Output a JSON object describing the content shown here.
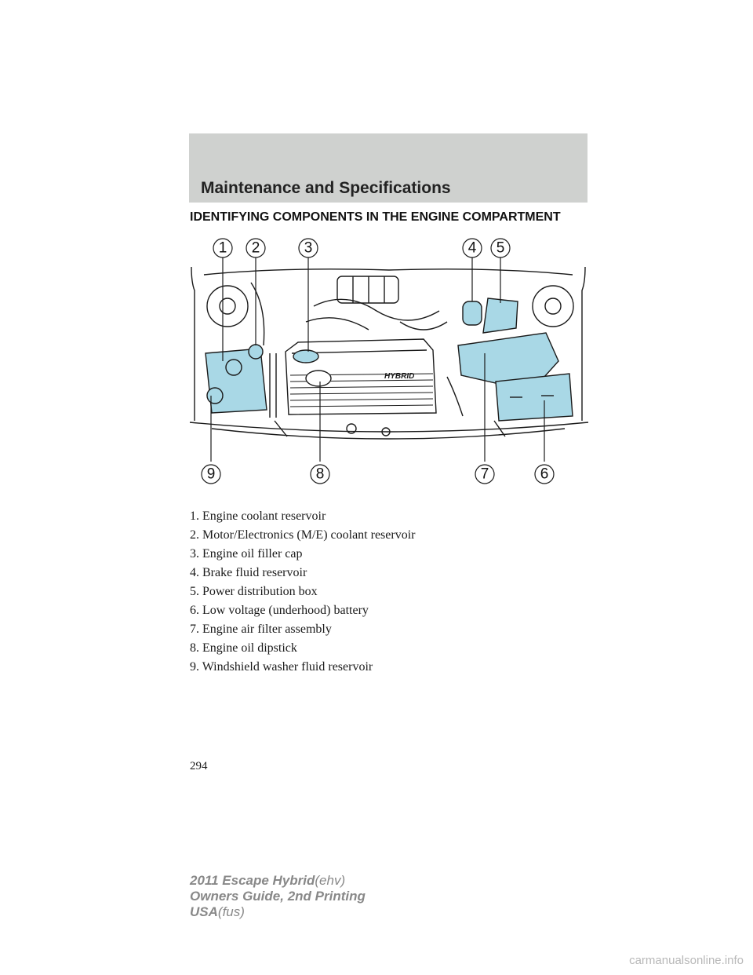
{
  "header": {
    "title": "Maintenance and Specifications"
  },
  "section": {
    "heading": "IDENTIFYING COMPONENTS IN THE ENGINE COMPARTMENT"
  },
  "diagram": {
    "callouts": [
      "1",
      "2",
      "3",
      "4",
      "5",
      "6",
      "7",
      "8",
      "9"
    ],
    "engine_badge": "HYBRID",
    "highlight_color": "#a9d8e6",
    "line_color": "#1a1a1a"
  },
  "legend": [
    "1. Engine coolant reservoir",
    "2. Motor/Electronics (M/E) coolant reservoir",
    "3. Engine oil filler cap",
    "4. Brake fluid reservoir",
    "5. Power distribution box",
    "6. Low voltage (underhood) battery",
    "7. Engine air filter assembly",
    "8. Engine oil dipstick",
    "9. Windshield washer fluid reservoir"
  ],
  "page_number": "294",
  "footer": {
    "line1_bold": "2011 Escape Hybrid",
    "line1_light": "(ehv)",
    "line2_bold": "Owners Guide, 2nd Printing",
    "line3_bold": "USA",
    "line3_light": "(fus)"
  },
  "watermark": "carmanualsonline.info"
}
